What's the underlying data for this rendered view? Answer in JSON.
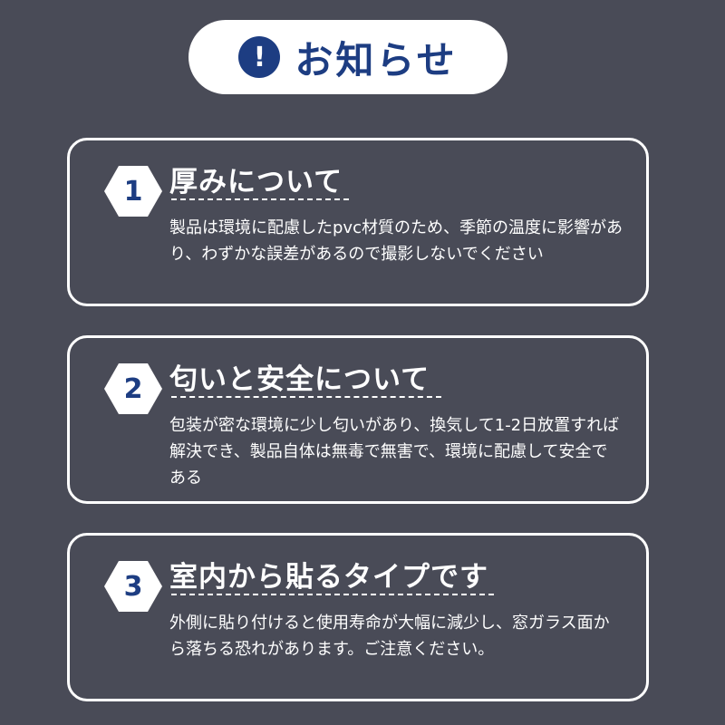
{
  "header": {
    "icon": "exclamation-circle-icon",
    "icon_glyph": "!",
    "title": "お知らせ"
  },
  "notices": [
    {
      "number": "1",
      "title": "厚みについて",
      "body": "製品は環境に配慮したpvc材質のため、季節の温度に影響があり、わずかな誤差があるので撮影しないでください"
    },
    {
      "number": "2",
      "title": "匂いと安全について",
      "body": "包装が密な環境に少し匂いがあり、換気して1-2日放置すれば解決でき、製品自体は無毒で無害で、環境に配慮して安全である"
    },
    {
      "number": "3",
      "title": "室内から貼るタイプです",
      "body": "外側に貼り付けると使用寿命が大幅に減少し、窓ガラス面から落ちる恐れがあります。ご注意ください。"
    }
  ],
  "colors": {
    "background": "#494b57",
    "accent": "#1d3d82",
    "text": "#ffffff"
  }
}
